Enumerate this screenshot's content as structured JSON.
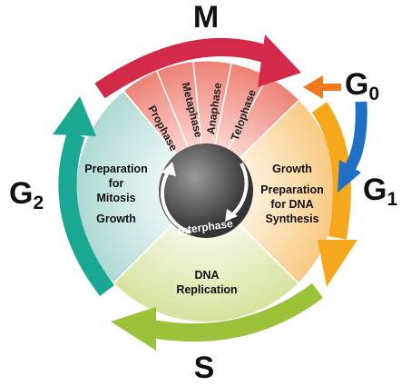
{
  "phases": {
    "m": "M",
    "g0": "G",
    "g0_sub": "0",
    "g1": "G",
    "g1_sub": "1",
    "s": "S",
    "g2": "G",
    "g2_sub": "2"
  },
  "mitosis_stages": [
    "Prophase",
    "Metaphase",
    "Anaphase",
    "Telophase"
  ],
  "center": {
    "label": "Interphase"
  },
  "sectors": {
    "g1": {
      "line1": "Growth",
      "line2": "Preparation",
      "line3": "for DNA",
      "line4": "Synthesis"
    },
    "s": {
      "line1": "DNA",
      "line2": "Replication"
    },
    "g2": {
      "line1": "Preparation",
      "line2": "for",
      "line3": "Mitosis",
      "line4": "Growth"
    }
  },
  "colors": {
    "m_arrow": "#d42a4a",
    "g0_arrow": "#ef7a1e",
    "g0_return_arrow": "#1f6fc4",
    "g1_arrow": "#f6a81c",
    "s_arrow": "#9cc23a",
    "g2_arrow": "#1aa892",
    "mitosis_sector": "#f29a94",
    "g1_sector": "#fbe1b4",
    "s_sector": "#e2ecbe",
    "g2_sector": "#c9e6e2",
    "center": "#5b5b5b"
  }
}
